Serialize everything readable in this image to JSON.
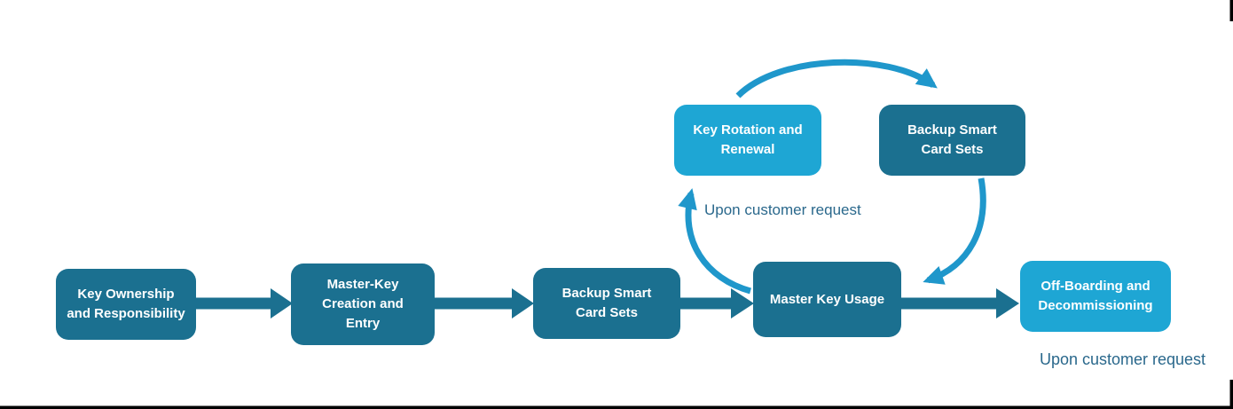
{
  "diagram": {
    "main_flow": [
      {
        "id": "key-ownership",
        "label": "Key Ownership\nand Responsibility",
        "variant": "dark"
      },
      {
        "id": "master-key-creation",
        "label": "Master-Key\nCreation and\nEntry",
        "variant": "dark"
      },
      {
        "id": "backup-smart-card-sets",
        "label": "Backup Smart\nCard Sets",
        "variant": "dark"
      },
      {
        "id": "master-key-usage",
        "label": "Master Key Usage",
        "variant": "dark"
      },
      {
        "id": "off-boarding",
        "label": "Off-Boarding and\nDecommissioning",
        "variant": "light"
      }
    ],
    "cycle_nodes": [
      {
        "id": "key-rotation",
        "label": "Key Rotation and\nRenewal",
        "variant": "light"
      },
      {
        "id": "backup-smart-card-sets-top",
        "label": "Backup Smart\nCard Sets",
        "variant": "dark"
      }
    ],
    "annotations": {
      "cycle_note": "Upon customer request",
      "offboarding_note": "Upon customer request"
    },
    "colors": {
      "dark": "#1B7090",
      "light": "#1EA6D4",
      "arrow_light": "#1F97CB",
      "note_text": "#2A688C",
      "border": "#000000"
    }
  }
}
